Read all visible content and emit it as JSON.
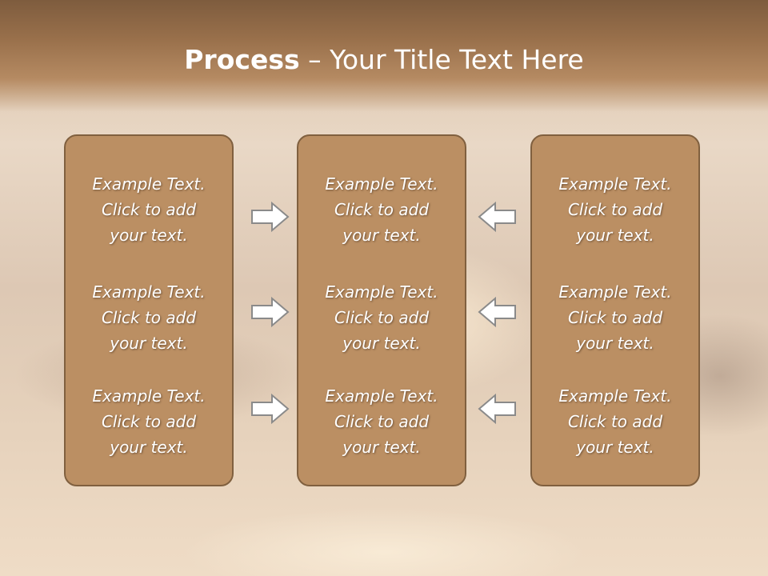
{
  "slide": {
    "title": {
      "bold": "Process",
      "dash": " – ",
      "rest": "Your Title Text Here"
    },
    "columns": [
      {
        "items": [
          {
            "line1": "Example Text.",
            "line2": "Click  to add",
            "line3": "your text."
          },
          {
            "line1": "Example Text.",
            "line2": "Click  to add",
            "line3": "your text."
          },
          {
            "line1": "Example Text.",
            "line2": "Click  to add",
            "line3": "your text."
          }
        ]
      },
      {
        "items": [
          {
            "line1": "Example Text.",
            "line2": "Click  to add",
            "line3": "your text."
          },
          {
            "line1": "Example Text.",
            "line2": "Click  to add",
            "line3": "your text."
          },
          {
            "line1": "Example Text.",
            "line2": "Click  to add",
            "line3": "your text."
          }
        ]
      },
      {
        "items": [
          {
            "line1": "Example Text.",
            "line2": "Click  to add",
            "line3": "your text."
          },
          {
            "line1": "Example Text.",
            "line2": "Click  to add",
            "line3": "your text."
          },
          {
            "line1": "Example Text.",
            "line2": "Click  to add",
            "line3": "your text."
          }
        ]
      }
    ],
    "arrows": {
      "left_group": [
        "right-arrow-icon",
        "right-arrow-icon",
        "right-arrow-icon"
      ],
      "right_group": [
        "left-arrow-icon",
        "left-arrow-icon",
        "left-arrow-icon"
      ]
    },
    "colors": {
      "title_band": "#99704b",
      "panel_fill": "#bb8f63",
      "panel_border": "#80603f",
      "text": "#ffffff",
      "arrow_fill": "#ffffff",
      "arrow_stroke": "#8a8a8a"
    }
  }
}
